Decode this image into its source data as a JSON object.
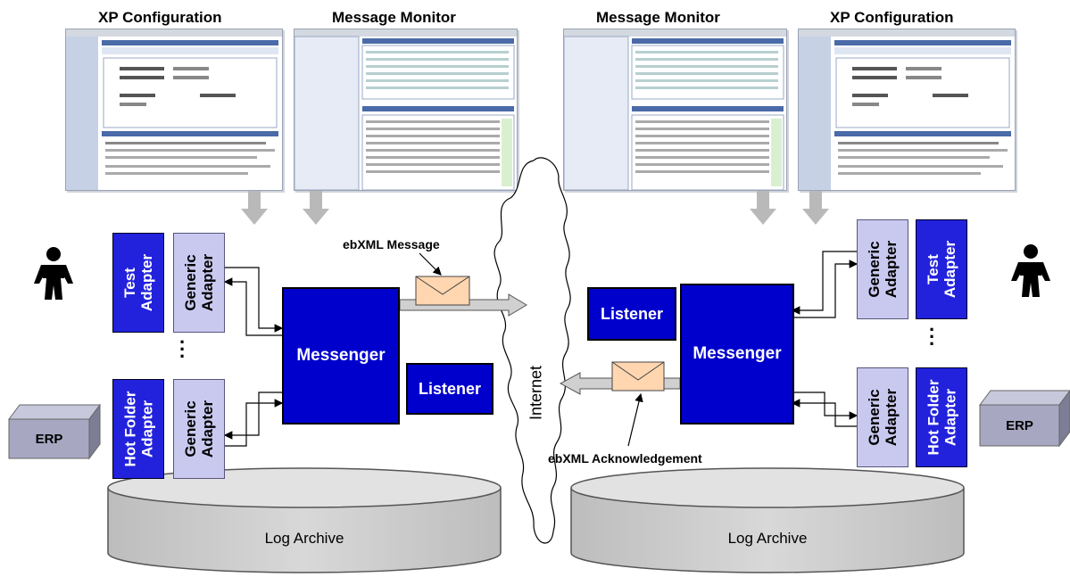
{
  "screens": {
    "left_config_title": "XP Configuration",
    "left_monitor_title": "Message Monitor",
    "right_monitor_title": "Message Monitor",
    "right_config_title": "XP Configuration"
  },
  "left": {
    "test_adapter": "Test\nAdapter",
    "generic_adapter_top": "Generic\nAdapter",
    "hot_folder_adapter": "Hot Folder\nAdapter",
    "generic_adapter_bottom": "Generic\nAdapter",
    "messenger": "Messenger",
    "listener": "Listener",
    "erp": "ERP",
    "log_archive": "Log Archive",
    "dots": "…"
  },
  "right": {
    "test_adapter": "Test\nAdapter",
    "generic_adapter_top": "Generic\nAdapter",
    "hot_folder_adapter": "Hot Folder\nAdapter",
    "generic_adapter_bottom": "Generic\nAdapter",
    "messenger": "Messenger",
    "listener": "Listener",
    "erp": "ERP",
    "log_archive": "Log Archive",
    "dots": "…"
  },
  "network": {
    "internet_label": "Internet",
    "ebxml_message": "ebXML Message",
    "ebxml_ack": "ebXML Acknowledgement"
  },
  "icons": [
    "person-icon",
    "envelope-icon",
    "cloud-icon",
    "database-icon",
    "server-box-icon"
  ]
}
